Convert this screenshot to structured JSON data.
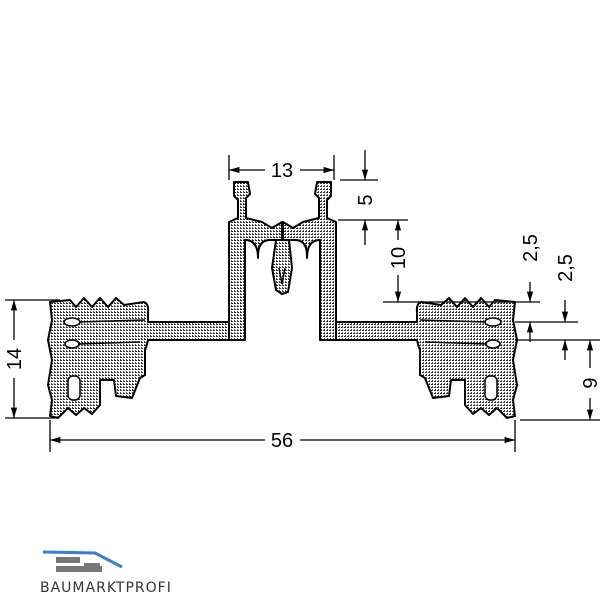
{
  "drawing": {
    "dimensions": {
      "top_width": "13",
      "flange_height": "5",
      "center_height": "10",
      "gap_upper": "2,5",
      "gap_lower": "2,5",
      "lower_height": "9",
      "total_height": "14",
      "total_width": "56"
    }
  },
  "logo": {
    "text": "BAUMARKTPROFI",
    "bar_color": "#3a7fd5",
    "brick_color": "#777777"
  },
  "colors": {
    "line": "#000000",
    "hatch": "#000000"
  }
}
